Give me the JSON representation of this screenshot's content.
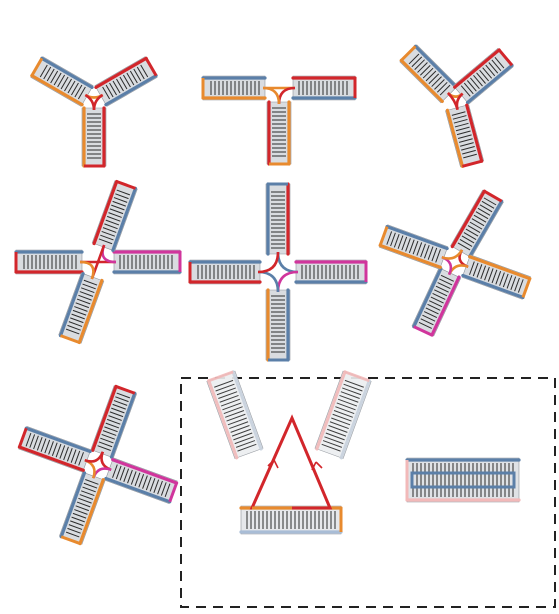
{
  "figure": {
    "background": "#ffffff",
    "colors": {
      "strand_blue": "#5b7fa8",
      "strand_blue_light": "#a9bdd6",
      "strand_red": "#d2262b",
      "strand_orange": "#e88a2e",
      "strand_magenta": "#d0359c",
      "strand_pink_light": "#f2b9b9",
      "helix_gray": "#b8bcc2",
      "helix_gray_dark": "#8f949b",
      "rung": "#2b2b2b",
      "dash_box": "#222222"
    },
    "junctions": [
      {
        "id": "3way-a",
        "arms": 3
      },
      {
        "id": "3way-b",
        "arms": 3
      },
      {
        "id": "3way-c",
        "arms": 3,
        "bulge": true
      },
      {
        "id": "4way-a",
        "arms": 4
      },
      {
        "id": "4way-b",
        "arms": 4,
        "open_center": true
      },
      {
        "id": "4way-c",
        "arms": 4,
        "stacked": true
      },
      {
        "id": "4way-d",
        "arms": 4,
        "stacked": true
      }
    ],
    "inset": {
      "triangle": {
        "sides": 3
      },
      "duplex": {
        "helices": 1
      }
    }
  }
}
